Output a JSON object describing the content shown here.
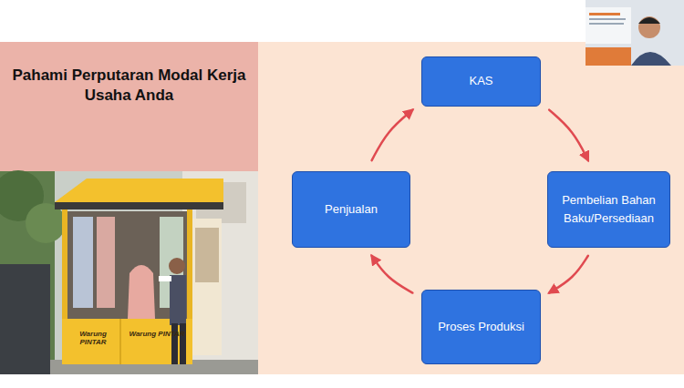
{
  "diagram": {
    "title": "Pahami Perputaran Modal Kerja Usaha Anda",
    "nodes": [
      {
        "text": [
          "KAS"
        ]
      },
      {
        "text": [
          "Pembelian Bahan Baku/Persediaan"
        ]
      },
      {
        "text": [
          "Proses Produksi"
        ]
      },
      {
        "text": [
          "Penjualan"
        ]
      }
    ],
    "edges": [
      {
        "from": 0,
        "to": 1,
        "arrow": "to"
      },
      {
        "from": 1,
        "to": 2,
        "arrow": "to"
      },
      {
        "from": 2,
        "to": 3,
        "arrow": "to"
      },
      {
        "from": 3,
        "to": 0,
        "arrow": "to"
      }
    ],
    "labels": [
      "Warung PINTAR",
      "Warung PINTAR"
    ]
  }
}
